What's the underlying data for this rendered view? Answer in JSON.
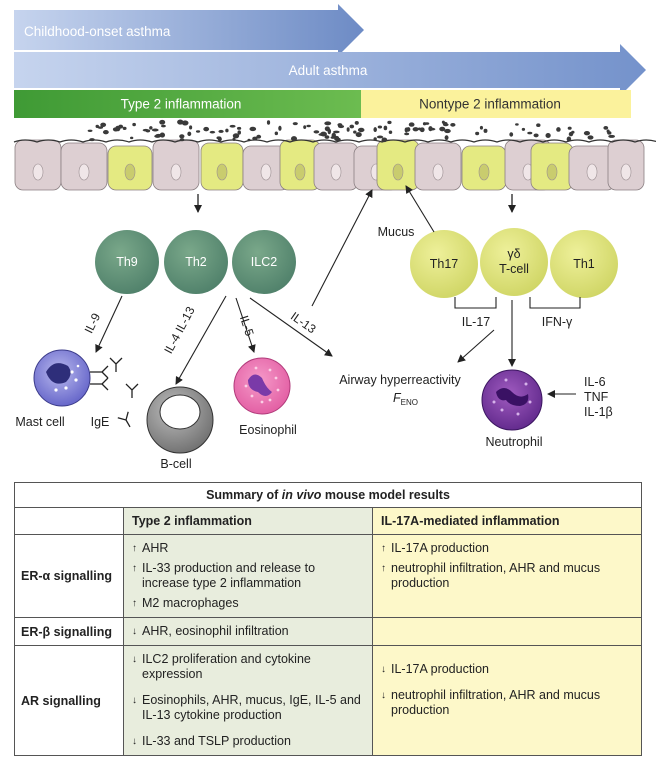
{
  "arrows": {
    "childhood": "Childhood-onset asthma",
    "adult": "Adult asthma"
  },
  "bands": {
    "type2": "Type 2 inflammation",
    "nontype2": "Nontype 2 inflammation"
  },
  "cells": {
    "th9": "Th9",
    "th2": "Th2",
    "ilc2": "ILC2",
    "th17": "Th17",
    "gd_line1": "γδ",
    "gd_line2": "T-cell",
    "th1": "Th1",
    "mast": "Mast cell",
    "bcell": "B-cell",
    "eosinophil": "Eosinophil",
    "neutrophil": "Neutrophil"
  },
  "labels": {
    "il9": "IL-9",
    "il4_il13": "IL-4 IL-13",
    "il5": "IL-5",
    "il13": "IL-13",
    "ige": "IgE",
    "mucus": "Mucus",
    "ahr": "Airway hyperreactivity",
    "feno_f": "F",
    "feno_sub": "ENO",
    "il17": "IL-17",
    "ifng": "IFN-γ",
    "il6": "IL-6",
    "tnf": "TNF",
    "il1b": "IL-1β"
  },
  "colors": {
    "arrow_top": "#6e8cc6",
    "arrow_bottom": "#c8d6ee",
    "type2_band": "#5cad3e",
    "nontype2_band": "#fbf29c",
    "green_cell": "#5f8f70",
    "yellow_cell": "#d8de72",
    "type2_cell_bg": "#e8eddd",
    "nontype2_cell_bg": "#fdf8c9"
  },
  "table": {
    "title_pre": "Summary of ",
    "title_italic": "in vivo",
    "title_post": " mouse model results",
    "col_type2": "Type 2 inflammation",
    "col_il17": "IL-17A-mediated inflammation",
    "rows": {
      "er_alpha": {
        "label": "ER-α signalling",
        "type2": [
          "AHR",
          "IL-33 production and release to increase type 2 inflammation",
          "M2 macrophages"
        ],
        "il17": [
          "IL-17A production",
          "neutrophil infiltration, AHR and mucus production"
        ]
      },
      "er_beta": {
        "label": "ER-β signalling",
        "type2": [
          "AHR, eosinophil infiltration"
        ]
      },
      "ar": {
        "label": "AR signalling",
        "type2": [
          "ILC2 proliferation and cytokine expression",
          "Eosinophils, AHR, mucus, IgE, IL-5 and IL-13 cytokine production",
          "IL-33 and TSLP production"
        ],
        "il17": [
          "IL-17A production",
          "neutrophil infiltration, AHR and mucus production"
        ]
      }
    },
    "up_glyph": "↑",
    "down_glyph": "↓"
  }
}
